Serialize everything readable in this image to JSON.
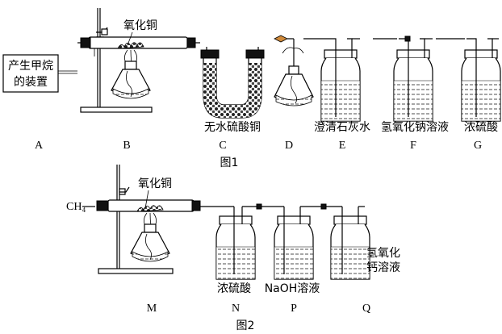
{
  "figure1": {
    "caption": "图1",
    "box_label_line1": "产生甲烷",
    "box_label_line2": "的装置",
    "copper_oxide": "氧化铜",
    "labels": {
      "C": "无水硫酸铜",
      "E": "澄清石灰水",
      "F": "氢氧化钠溶液",
      "G": "浓硫酸"
    },
    "letters": [
      "A",
      "B",
      "C",
      "D",
      "E",
      "F",
      "G"
    ]
  },
  "figure2": {
    "caption": "图2",
    "gas": "CH₄",
    "copper_oxide": "氧化铜",
    "labels": {
      "N": "浓硫酸",
      "P": "NaOH溶液",
      "Q_line1": "氢氧化",
      "Q_line2": "钙溶液"
    },
    "letters": [
      "M",
      "N",
      "P",
      "Q"
    ]
  }
}
